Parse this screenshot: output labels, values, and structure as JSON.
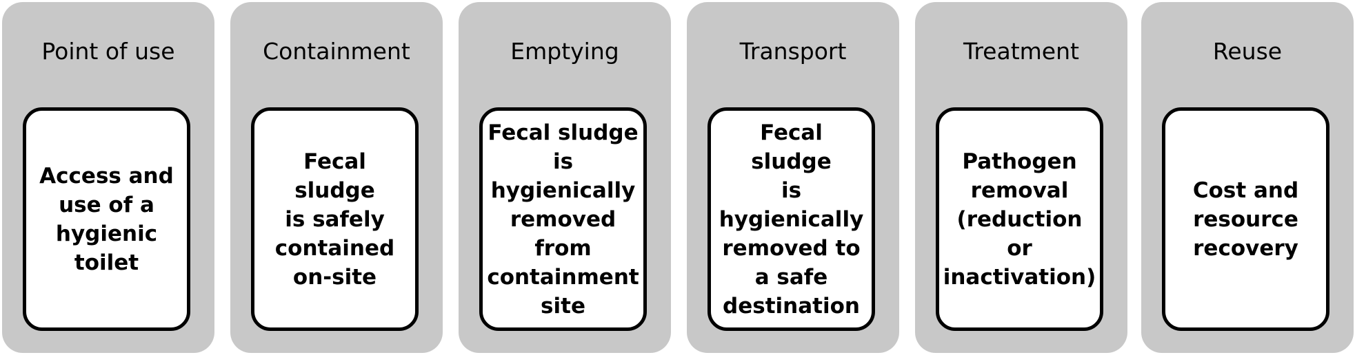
{
  "stages": [
    {
      "title": "Point of use",
      "description": "Access and\nuse of a\nhygienic\ntoilet"
    },
    {
      "title": "Containment",
      "description": "Fecal sludge\nis safely\ncontained\non-site"
    },
    {
      "title": "Emptying",
      "description": "Fecal sludge\nis\nhygienically\nremoved\nfrom\ncontainment\nsite"
    },
    {
      "title": "Transport",
      "description": "Fecal sludge\nis\nhygienically\nremoved to\na safe\ndestination"
    },
    {
      "title": "Treatment",
      "description": "Pathogen\nremoval\n(reduction or\ninactivation)"
    },
    {
      "title": "Reuse",
      "description": "Cost and\nresource\nrecovery"
    }
  ],
  "colors": {
    "panel": "#c8c8c8",
    "box_fill": "#ffffff",
    "box_border": "#000000",
    "text": "#000000"
  }
}
